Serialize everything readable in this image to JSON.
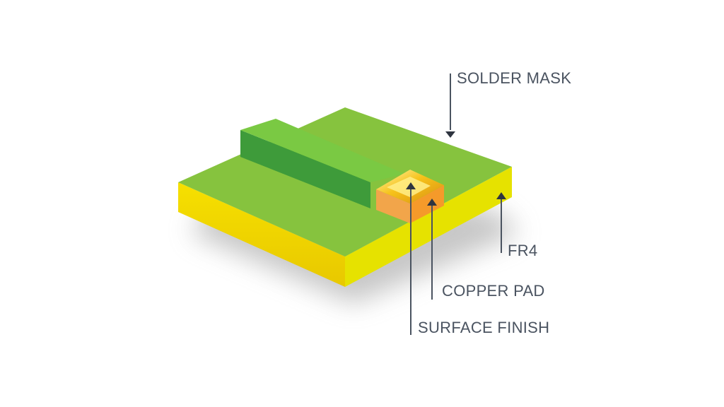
{
  "labels": {
    "solder_mask": "SOLDER MASK",
    "fr4": "FR4",
    "copper_pad": "COPPER PAD",
    "surface_finish": "SURFACE FINISH"
  },
  "colors": {
    "fr4_top": "#86c33e",
    "fr4_front": "#eed500",
    "fr4_right": "#e6e200",
    "mask_top": "#7ac943",
    "mask_side": "#3e9b3a",
    "copper_front": "#f2a54a",
    "copper_right": "#f59a2a",
    "finish_gold": "#f6c21a",
    "label_text": "#4a5360"
  }
}
